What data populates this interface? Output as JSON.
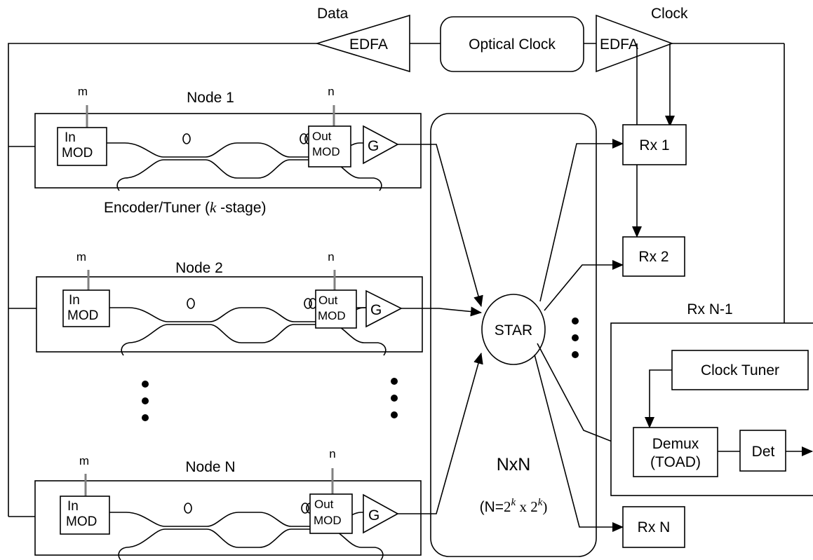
{
  "top": {
    "data_label": "Data",
    "clock_label": "Clock",
    "edfa_left": "EDFA",
    "edfa_right": "EDFA",
    "optical_clock": "Optical Clock"
  },
  "nodes": [
    {
      "title": "Node 1",
      "m": "m",
      "n": "n",
      "in_mod": [
        "In",
        "MOD"
      ],
      "out_mod": [
        "Out",
        "MOD"
      ],
      "gain": "G"
    },
    {
      "title": "Node 2",
      "m": "m",
      "n": "n",
      "in_mod": [
        "In",
        "MOD"
      ],
      "out_mod": [
        "Out",
        "MOD"
      ],
      "gain": "G"
    },
    {
      "title": "Node N",
      "m": "m",
      "n": "n",
      "in_mod": [
        "In",
        "MOD"
      ],
      "out_mod": [
        "Out",
        "MOD"
      ],
      "gain": "G"
    }
  ],
  "encoder_caption": {
    "prefix": "Encoder/Tuner (",
    "k": "k",
    "suffix": " -stage)"
  },
  "star": {
    "label": "STAR",
    "nxn": "NxN",
    "formula": {
      "open": "(N=",
      "base1": "2",
      "exp1": "k",
      "mid": " x ",
      "base2": "2",
      "exp2": "k",
      "close": ")"
    }
  },
  "receivers": {
    "rx1": "Rx 1",
    "rx2": "Rx 2",
    "rxn1": "Rx N-1",
    "rxn": "Rx N",
    "clock_tuner": "Clock Tuner",
    "demux": [
      "Demux",
      "(TOAD)"
    ],
    "det": "Det"
  }
}
